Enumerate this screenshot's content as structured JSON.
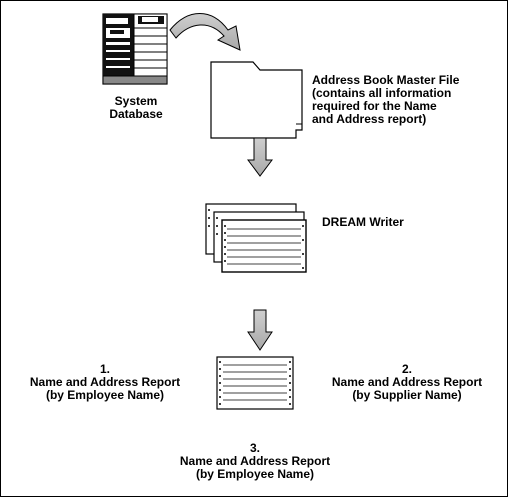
{
  "database": {
    "line1": "System",
    "line2": "Database"
  },
  "master_file": {
    "line1": "Address Book Master File",
    "line2": "(contains all information",
    "line3": "required for the Name",
    "line4": "and Address report)"
  },
  "dream_writer": {
    "label": "DREAM Writer"
  },
  "report1": {
    "number": "1.",
    "title": "Name and Address Report",
    "subtitle": "(by Employee Name)"
  },
  "report2": {
    "number": "2.",
    "title": "Name and Address Report",
    "subtitle": "(by Supplier Name)"
  },
  "report3": {
    "number": "3.",
    "title": "Name and Address Report",
    "subtitle": "(by Employee Name)"
  }
}
